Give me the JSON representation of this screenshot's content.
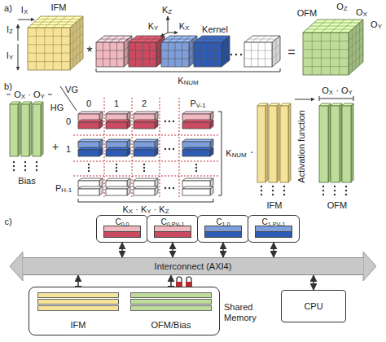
{
  "diagram": {
    "nodes": [
      {
        "text": [
          "C0,0"
        ]
      },
      {
        "text": [
          "C0,PV-1"
        ]
      },
      {
        "text": [
          "C1,0"
        ]
      },
      {
        "text": [
          "C1,PV-1"
        ]
      },
      {
        "text": [
          "Interconnect (AXI4)"
        ]
      },
      {
        "text": [
          "Shared Memory"
        ]
      },
      {
        "text": [
          "IFM"
        ],
        "in": 5
      },
      {
        "text": [
          "OFM/Bias"
        ],
        "in": 5
      },
      {
        "text": [
          "CPU"
        ]
      }
    ],
    "edges": [
      {
        "from": 0,
        "to": 4,
        "arrow": "both"
      },
      {
        "from": 1,
        "to": 4,
        "arrow": "both"
      },
      {
        "from": 2,
        "to": 4,
        "arrow": "both"
      },
      {
        "from": 3,
        "to": 4,
        "arrow": "both"
      },
      {
        "from": 6,
        "to": 4,
        "arrow": "both"
      },
      {
        "from": 7,
        "to": 4,
        "arrow": "both"
      },
      {
        "from": 8,
        "to": 4,
        "arrow": "both"
      }
    ],
    "labels": [
      "a)",
      "IFM",
      "IZ",
      "IX",
      "IY",
      "*",
      "KZ",
      "KY",
      "KX",
      "Kernel",
      "KNUM",
      "=",
      "OFM",
      "OZ",
      "OX",
      "OY",
      "b)",
      "OX · OY",
      "VG",
      "HG",
      "0",
      "1",
      "2",
      "PV-1",
      "0",
      "1",
      "PH-1",
      "KX · KY · KZ",
      "KNUM",
      "·",
      "Bias",
      "+",
      "IFM",
      "Activation function",
      "OX · OY",
      "OFM",
      "c)"
    ]
  }
}
